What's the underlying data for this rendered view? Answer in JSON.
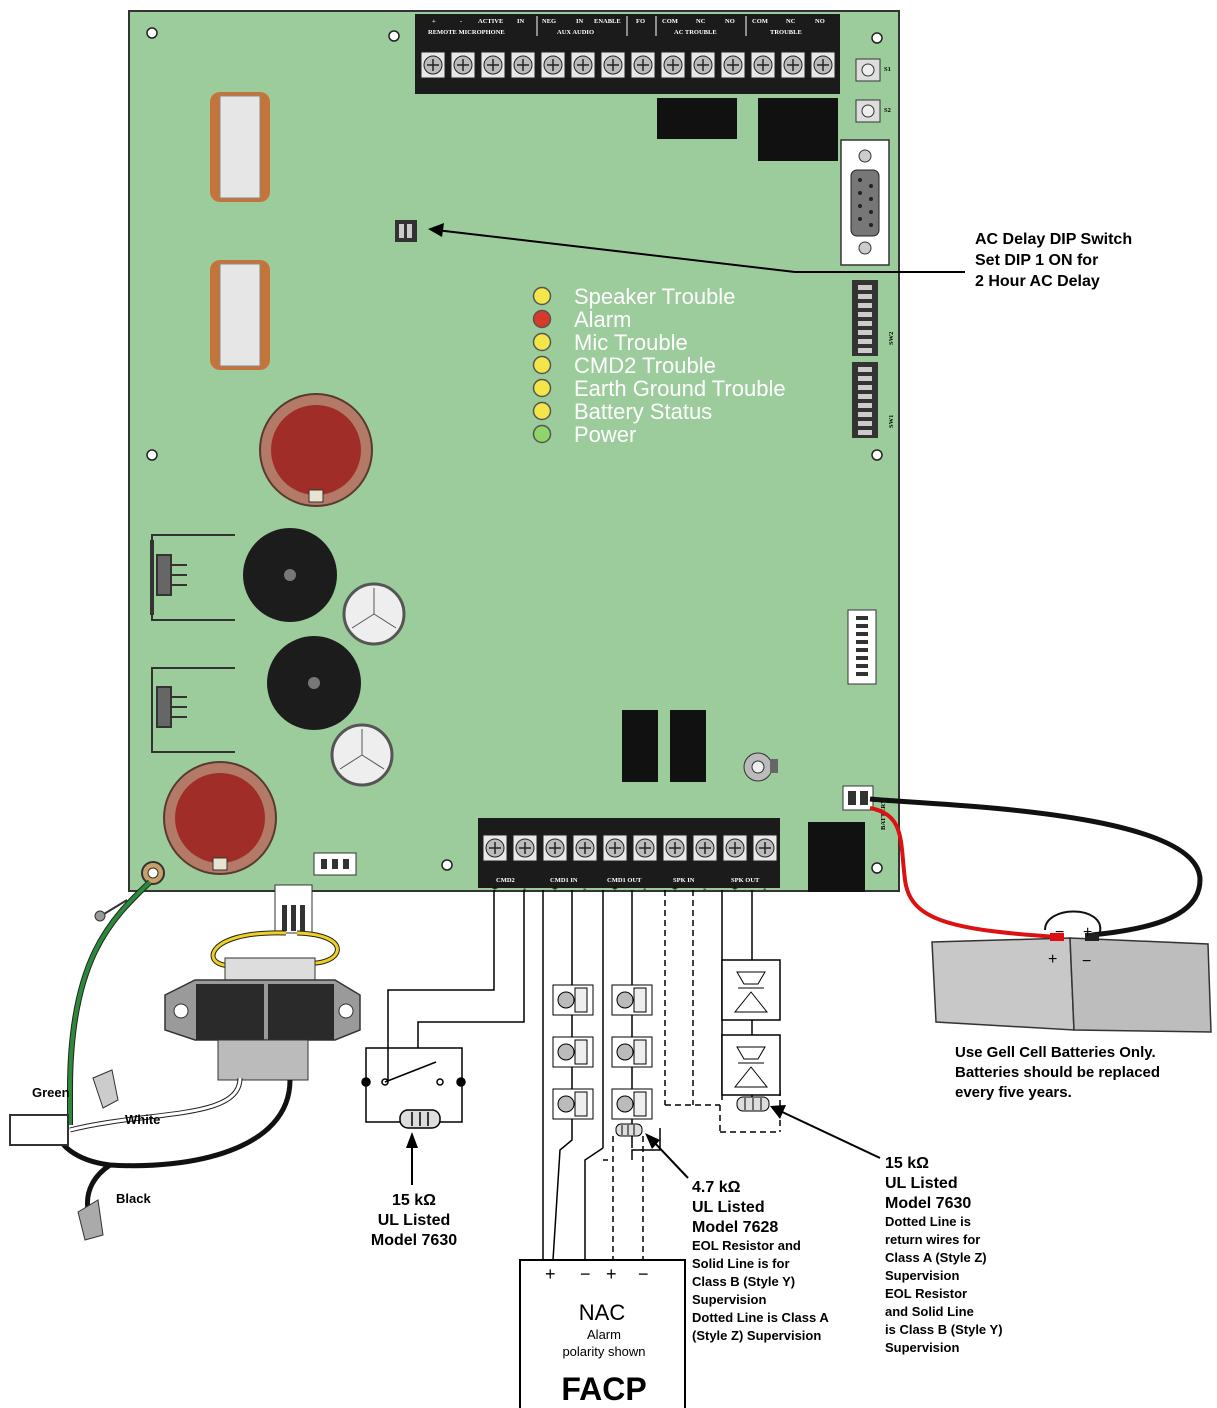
{
  "board": {
    "top_headers": {
      "plus": "+",
      "minus": "-",
      "active": "ACTIVE",
      "in": "IN",
      "remote_microphone": "REMOTE MICROPHONE",
      "neg": "NEG",
      "in2": "IN",
      "enable": "ENABLE",
      "fo": "FO",
      "aux_audio": "AUX AUDIO",
      "com": "COM",
      "nc": "NC",
      "no": "NO",
      "ac_trouble": "AC TROUBLE",
      "com2": "COM",
      "nc2": "NC",
      "no2": "NO",
      "trouble": "TROUBLE"
    },
    "s1": "S1",
    "s2": "S2",
    "sw1": "SW1",
    "sw2": "SW2",
    "battery": "BATTERY",
    "leds": [
      {
        "label": "Speaker Trouble",
        "color": "#f2e64a"
      },
      {
        "label": "Alarm",
        "color": "#d83a2a"
      },
      {
        "label": "Mic Trouble",
        "color": "#f2e64a"
      },
      {
        "label": "CMD2 Trouble",
        "color": "#f2e64a"
      },
      {
        "label": "Earth Ground Trouble",
        "color": "#f2e64a"
      },
      {
        "label": "Battery Status",
        "color": "#f2e64a"
      },
      {
        "label": "Power",
        "color": "#8fd66a"
      }
    ],
    "bottom_labels": {
      "cmd2": "CMD2",
      "cmd1_in": "CMD1 IN",
      "cmd1_out": "CMD1 OUT",
      "spk_in": "SPK IN",
      "spk_out": "SPK OUT",
      "plus": "+",
      "minus": "-"
    },
    "colors": {
      "board": "#9dcc9c",
      "terminal": "#1b1b1b"
    }
  },
  "callouts": {
    "dip_line1": "AC Delay DIP Switch",
    "dip_line2": "Set DIP 1 ON for",
    "dip_line3": "2 Hour AC Delay",
    "batt_line1": "Use Gell Cell Batteries Only.",
    "batt_line2": "Batteries should be replaced",
    "batt_line3": "every five years.",
    "res15a_line1": "15 kΩ",
    "res15a_line2": "UL Listed",
    "res15a_line3": "Model 7630",
    "res47_line1": "4.7 kΩ",
    "res47_line2": "UL Listed",
    "res47_line3": "Model 7628",
    "res47_line4": "EOL Resistor and",
    "res47_line5": "Solid Line is for",
    "res47_line6": "Class B (Style Y)",
    "res47_line7": "Supervision",
    "res47_line8": "Dotted Line is Class A",
    "res47_line9": "(Style Z) Supervision",
    "res15b_line1": "15 kΩ",
    "res15b_line2": "UL Listed",
    "res15b_line3": "Model 7630",
    "res15b_line4": "Dotted Line is",
    "res15b_line5": "return wires for",
    "res15b_line6": "Class A (Style Z)",
    "res15b_line7": "Supervision",
    "res15b_line8": "EOL Resistor",
    "res15b_line9": "and Solid Line",
    "res15b_line10": "is Class B (Style Y)",
    "res15b_line11": "Supervision"
  },
  "wires": {
    "green": "Green",
    "white": "White",
    "black": "Black"
  },
  "battery_signs": {
    "minus": "−",
    "plus": "+"
  },
  "facp": {
    "plus1": "+",
    "minus1": "−",
    "plus2": "+",
    "minus2": "−",
    "nac": "NAC",
    "alarm": "Alarm",
    "polarity": "polarity shown",
    "title": "FACP"
  }
}
